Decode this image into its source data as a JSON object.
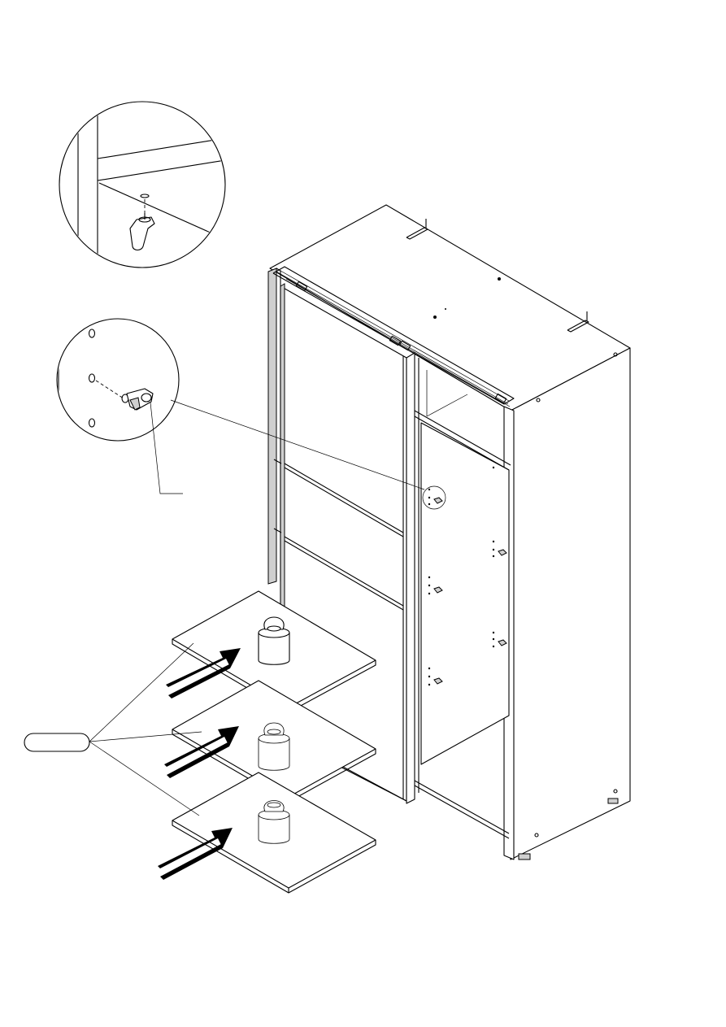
{
  "diagram": {
    "callout_label": "",
    "detail_views": [
      "shelf-support-top-detail",
      "shelf-support-side-detail"
    ],
    "shelf_count": 3,
    "icons": [
      "weight-icon",
      "insert-arrow-icon",
      "shelf-support-pin-icon"
    ],
    "colors": {
      "line": "#000000",
      "background": "#ffffff",
      "fill_grey": "#cfcfcf"
    }
  }
}
